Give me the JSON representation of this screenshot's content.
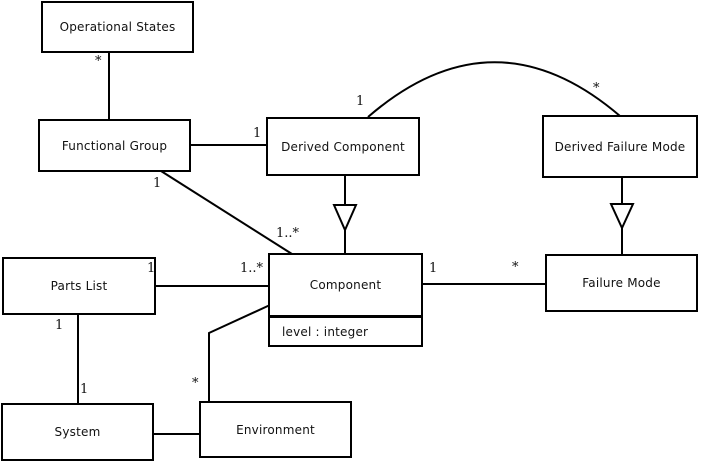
{
  "diagram_title": "UML class diagram",
  "classes": {
    "operational_states": {
      "name": "Operational States"
    },
    "functional_group": {
      "name": "Functional Group"
    },
    "derived_component": {
      "name": "Derived Component"
    },
    "derived_failure_mode": {
      "name": "Derived Failure Mode"
    },
    "parts_list": {
      "name": "Parts List"
    },
    "component": {
      "name": "Component",
      "attribute": "level : integer"
    },
    "failure_mode": {
      "name": "Failure Mode"
    },
    "system": {
      "name": "System"
    },
    "environment": {
      "name": "Environment"
    }
  },
  "multiplicities": {
    "operational_states_functional_group": {
      "near_operational_states": "*"
    },
    "functional_group_derived_component": {
      "near_derived_component": "1"
    },
    "functional_group_component": {
      "near_functional_group": "1",
      "near_component": "1..*"
    },
    "derived_component_derived_failure_mode": {
      "near_derived_component": "1",
      "near_derived_failure_mode": "*"
    },
    "parts_list_component": {
      "near_parts_list": "1",
      "near_component": "1..*"
    },
    "component_failure_mode": {
      "near_component": "1",
      "near_failure_mode": "*"
    },
    "parts_list_system": {
      "near_parts_list": "1",
      "near_system": "1"
    },
    "environment_component": {
      "near_environment": "*"
    }
  },
  "colors": {
    "line": "#000000",
    "text": "#111111",
    "background": "#ffffff"
  }
}
